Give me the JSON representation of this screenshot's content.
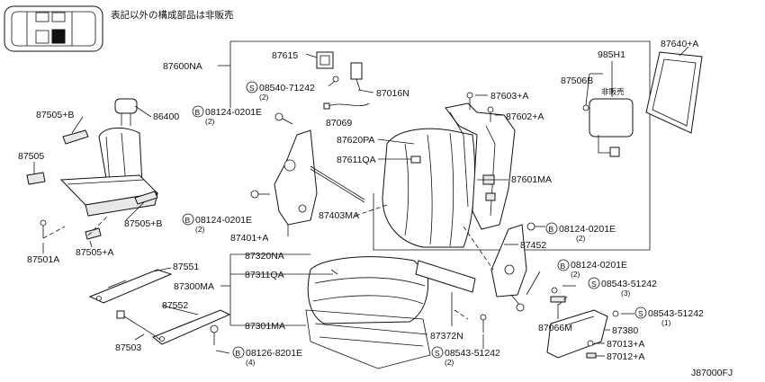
{
  "header": {
    "note": "表記以外の構成部品は非販売"
  },
  "diagram_id": "J87000FJ",
  "labels": {
    "p87600NA": "87600NA",
    "p87615": "87615",
    "p08540": "08540-71242",
    "p08540_q": "(2)",
    "p87016N": "87016N",
    "p87069": "87069",
    "p87603A": "87603+A",
    "p87602A": "87602+A",
    "p985H1": "985H1",
    "p87506B": "87506B",
    "not_sold": "非販売",
    "p87640A": "87640+A",
    "p87505B_top": "87505+B",
    "p86400": "86400",
    "p08124_a": "08124-0201E",
    "p08124_a_q": "(2)",
    "p87620PA": "87620PA",
    "p87611QA": "87611QA",
    "p87601MA": "87601MA",
    "p87505": "87505",
    "p87505B_mid": "87505+B",
    "p08124_b": "08124-0201E",
    "p08124_b_q": "(2)",
    "p87403MA": "87403MA",
    "p08124_c": "08124-0201E",
    "p08124_c_q": "(2)",
    "p87501A": "87501A",
    "p87505A": "87505+A",
    "p87401A": "87401+A",
    "p87452": "87452",
    "p87320NA": "87320NA",
    "p87551": "87551",
    "p87311QA": "87311QA",
    "p08124_d": "08124-0201E",
    "p08124_d_q": "(2)",
    "p87300MA": "87300MA",
    "p08543_a": "08543-51242",
    "p08543_a_q": "(3)",
    "p87552": "87552",
    "p87066M": "87066M",
    "p08543_b": "08543-51242",
    "p08543_b_q": "(1)",
    "p87301MA": "87301MA",
    "p87372N": "87372N",
    "p87380": "87380",
    "p87503": "87503",
    "p87013A": "87013+A",
    "p08126": "08126-8201E",
    "p08126_q": "(4)",
    "p08543_c": "08543-51242",
    "p08543_c_q": "(2)",
    "p87012A": "87012+A"
  },
  "symbols": {
    "bolt_B": "B",
    "screw_S": "S"
  }
}
